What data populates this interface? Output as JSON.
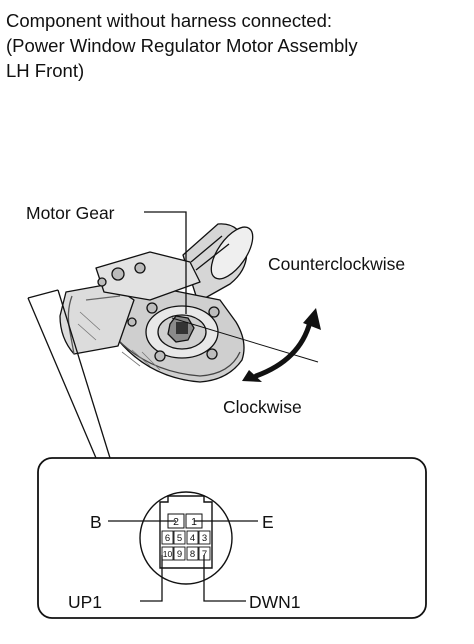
{
  "caption": {
    "line1": "Component without harness connected:",
    "line2": "(Power Window Regulator Motor Assembly",
    "line3": "LH Front)"
  },
  "labels": {
    "motor_gear": "Motor Gear",
    "counterclockwise": "Counterclockwise",
    "clockwise": "Clockwise"
  },
  "connector": {
    "top_row": [
      "2",
      "1"
    ],
    "middle_row": [
      "6",
      "5",
      "4",
      "3"
    ],
    "bottom_row": [
      "10",
      "9",
      "8",
      "7"
    ],
    "label_left": "B",
    "label_right": "E",
    "label_bottom_left": "UP1",
    "label_bottom_right": "DWN1"
  }
}
